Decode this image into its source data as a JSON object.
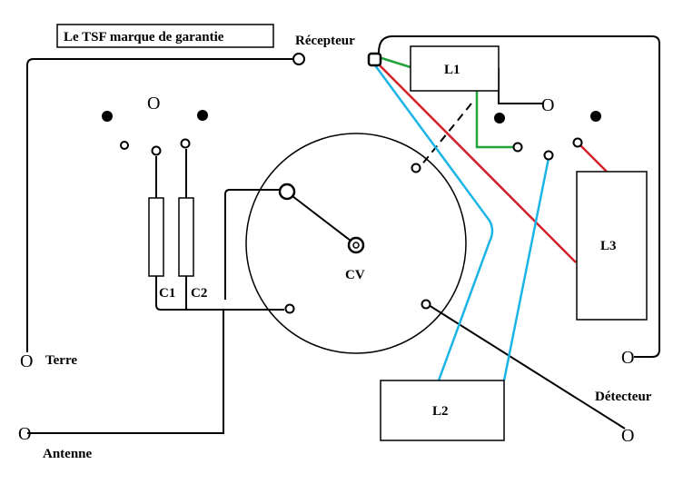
{
  "title": "Le TSF marque de garantie",
  "labels": {
    "recepteur": "Récepteur",
    "terre": "Terre",
    "antenne": "Antenne",
    "detecteur": "Détecteur",
    "cv": "CV",
    "c1": "C1",
    "c2": "C2",
    "l1": "L1",
    "l2": "L2",
    "l3": "L3"
  },
  "terminal_glyph": "O",
  "colors": {
    "wire": "#000000",
    "green": "#22a33a",
    "red": "#d4202a",
    "blue": "#1ab4e6"
  }
}
